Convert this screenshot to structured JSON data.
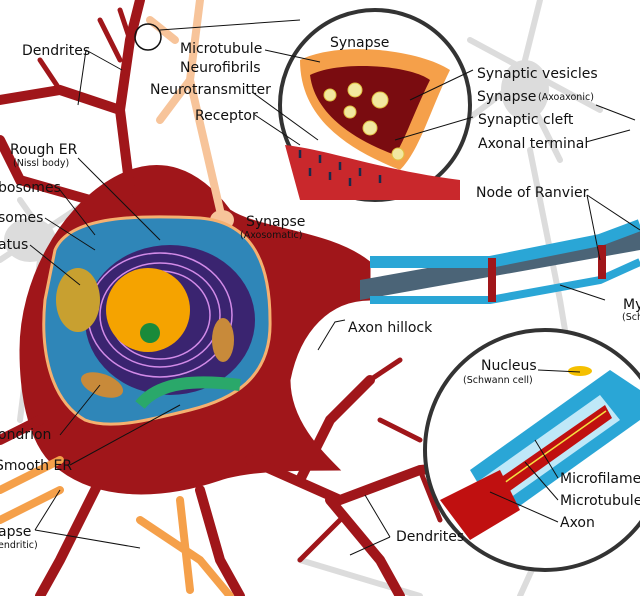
{
  "labels": {
    "dendrites_top": "Dendrites",
    "microtubule_top": "Microtubule",
    "neurofibrils": "Neurofibrils",
    "neurotransmitter": "Neurotransmitter",
    "receptor": "Receptor",
    "synapse_inset_title": "Synapse",
    "synaptic_vesicles": "Synaptic vesicles",
    "synapse_axoaxonic": "Synapse",
    "synapse_axoaxonic_sub": "(Axoaxonic)",
    "synaptic_cleft": "Synaptic cleft",
    "axonal_terminal": "Axonal terminal",
    "rough_er": "Rough ER",
    "rough_er_sub": "(Nissl body)",
    "polyribosomes": "bosomes",
    "ribosomes": "somes",
    "golgi": "atus",
    "synapse_axosomatic": "Synapse",
    "synapse_axosomatic_sub": "(Axosomatic)",
    "node_of_ranvier": "Node of Ranvier",
    "myelin": "My",
    "myelin_sub": "(Sch",
    "axon_hillock": "Axon hillock",
    "nucleus_schwann": "Nucleus",
    "nucleus_schwann_sub": "(Schwann cell)",
    "mitochondrion": "ondrion",
    "smooth_er": "Smooth ER",
    "synapse_axodendritic": "apse",
    "synapse_axodendritic_sub": "endritic)",
    "microfilament": "Microfilamen",
    "microtubule_inset": "Microtubule",
    "axon": "Axon",
    "dendrites_bottom": "Dendrites"
  },
  "colors": {
    "neuron_body": "#a0161a",
    "cytoplasm": "#2f86b8",
    "er": "#3a2470",
    "nucleus": "#f5a300",
    "myelin": "#2aa6d6",
    "axon_core": "#4b6477",
    "presynaptic": "#f5a04a",
    "background_neurons": "#dcdcdc"
  }
}
